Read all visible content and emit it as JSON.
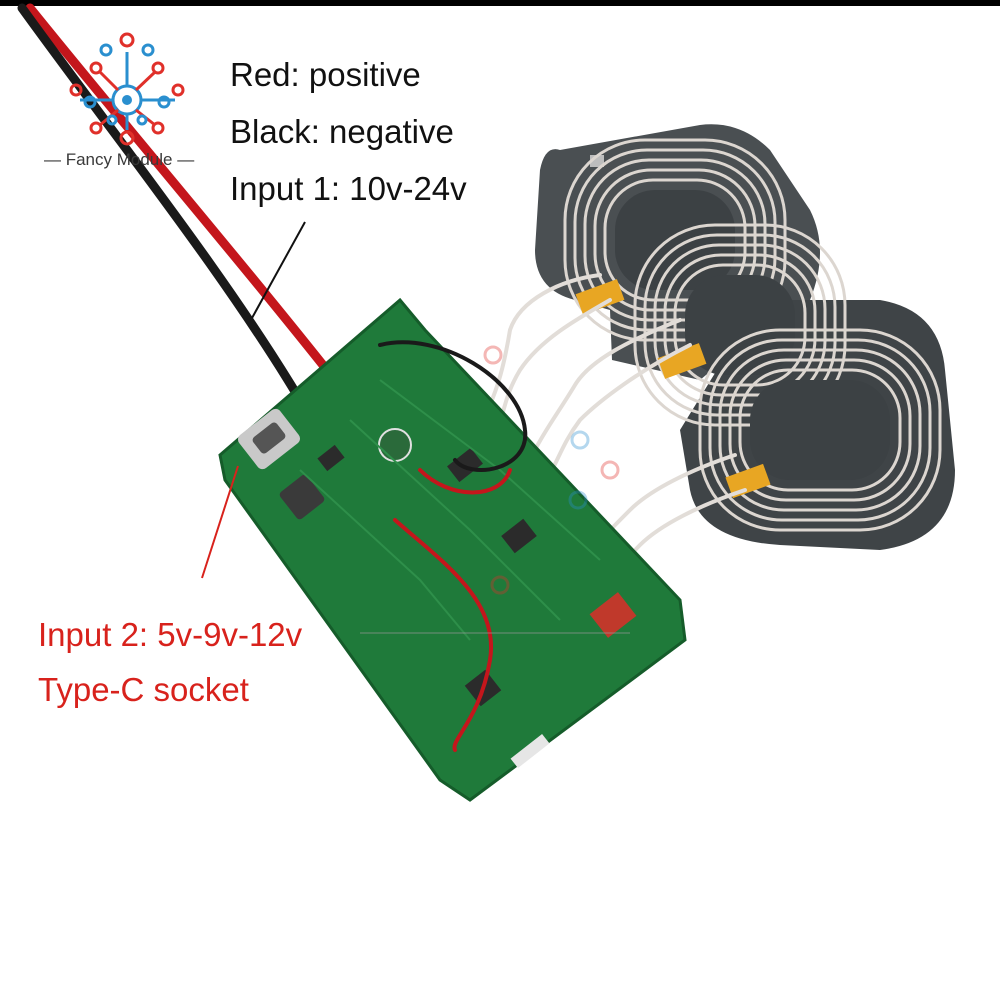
{
  "logo": {
    "name": "Fancy Module",
    "text": "— Fancy Module —"
  },
  "labels": {
    "red_wire": "Red: positive",
    "black_wire": "Black: negative",
    "input1": "Input 1: 10v-24v",
    "input2": "Input 2: 5v-9v-12v",
    "typec": "Type-C socket"
  },
  "colors": {
    "label_black": "#111111",
    "label_red": "#d8221c",
    "pcb_green": "#1f7a3a",
    "coil_copper": "#d9d4cf",
    "ferrite": "#4a4f52",
    "logo_red": "#e0302a",
    "logo_blue": "#2a8fcf"
  }
}
